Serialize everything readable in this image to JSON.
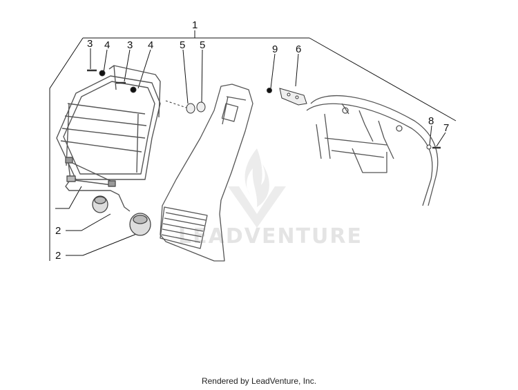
{
  "watermark": {
    "brand": "LEADVENTURE"
  },
  "callouts": {
    "c1": "1",
    "c3a": "3",
    "c4a": "4",
    "c3b": "3",
    "c4b": "4",
    "c5a": "5",
    "c5b": "5",
    "c9": "9",
    "c6": "6",
    "c8": "8",
    "c7": "7",
    "c2a": "2",
    "c2b": "2"
  },
  "footer": {
    "credit": "Rendered by LeadVenture, Inc."
  }
}
